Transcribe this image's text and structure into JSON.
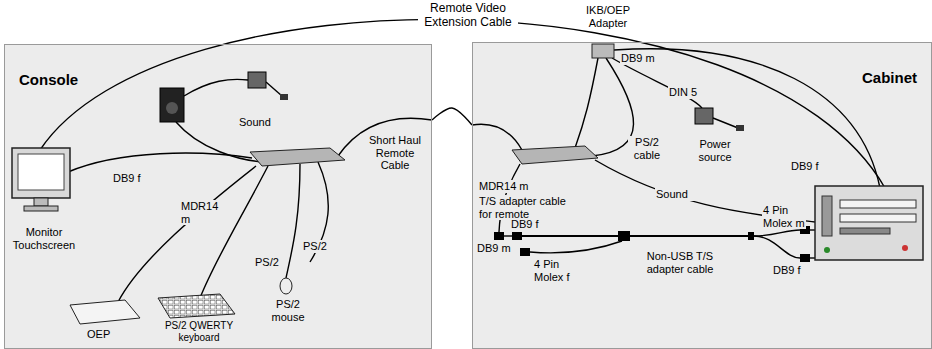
{
  "diagram": {
    "nodes": [
      {
        "text": [
          "Console"
        ]
      },
      {
        "text": [
          "Cabinet"
        ]
      }
    ],
    "edges": [
      {
        "from": 0,
        "to": 1,
        "arrow": "none",
        "label": "Short Haul Remote Cable"
      }
    ],
    "labels": [
      "Remote Video Extension Cable",
      "IKB/OEP Adapter",
      "Sound",
      "DB9 m",
      "DIN 5",
      "Power source",
      "DB9 f",
      "MDR14 m",
      "MDR14 m",
      "T/S adapter cable for remote",
      "PS/2 cable",
      "DB9 f",
      "Sound",
      "Monitor Touchscreen",
      "PS/2",
      "PS/2",
      "DB9 m",
      "DB9 f",
      "4 Pin Molex m",
      "DB9 f",
      "4 Pin Molex f",
      "Non-USB T/S adapter cable",
      "PS/2 mouse",
      "OEP",
      "PS/2 QWERTY keyboard"
    ]
  }
}
